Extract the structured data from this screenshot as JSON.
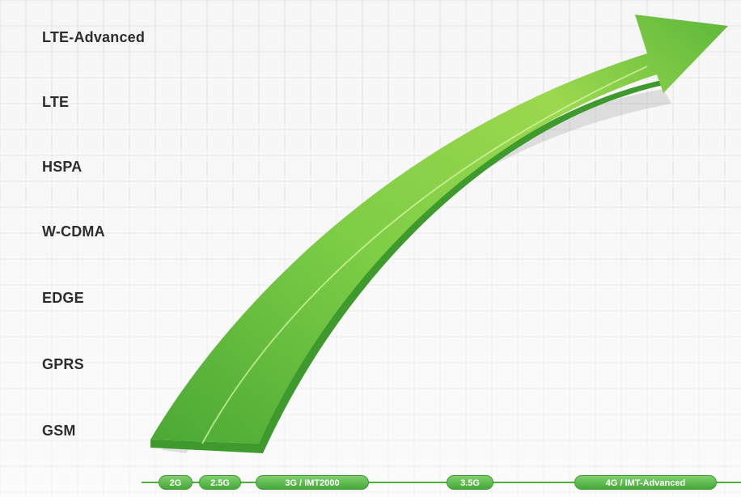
{
  "technologies": [
    {
      "label": "LTE-Advanced"
    },
    {
      "label": "LTE"
    },
    {
      "label": "HSPA"
    },
    {
      "label": "W-CDMA"
    },
    {
      "label": "EDGE"
    },
    {
      "label": "GPRS"
    },
    {
      "label": "GSM"
    }
  ],
  "generations": [
    {
      "label": "2G"
    },
    {
      "label": "2.5G"
    },
    {
      "label": "3G / IMT2000"
    },
    {
      "label": "3.5G"
    },
    {
      "label": "4G / IMT-Advanced"
    }
  ],
  "colors": {
    "arrow_light": "#9bd84e",
    "arrow_mid": "#6cc23f",
    "arrow_dark": "#3f9a2e",
    "timeline": "#4fae3e",
    "grid": "#e3e3e3"
  }
}
